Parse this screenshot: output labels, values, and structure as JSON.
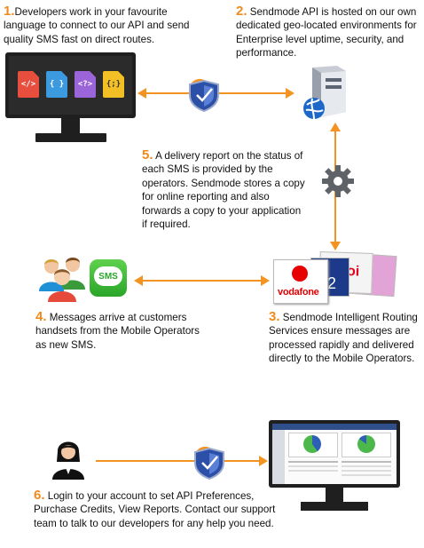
{
  "steps": {
    "s1": {
      "num": "1.",
      "text": "Developers work in your favourite language to connect to our API and send quality SMS fast on direct routes."
    },
    "s2": {
      "num": "2.",
      "text": "Sendmode API is hosted on our own dedicated geo-located environments for Enterprise level uptime, security, and performance."
    },
    "s3": {
      "num": "3.",
      "text": "Sendmode Intelligent Routing Services ensure messages are processed rapidly and delivered directly to the Mobile Operators."
    },
    "s4": {
      "num": "4.",
      "text": "Messages arrive at customers handsets from the Mobile Operators as new SMS."
    },
    "s5": {
      "num": "5.",
      "text": "A delivery report on the status of each SMS is provided by the operators. Sendmode stores a copy for online reporting and also forwards a copy to your application if required."
    },
    "s6": {
      "num": "6.",
      "text": "Login to your account to set API Preferences, Purchase Credits, View Reports. Contact our support team to talk to our developers for any help you need."
    }
  },
  "code_icons": [
    "</>",
    "{ }",
    "<?>",
    "{;}"
  ],
  "sms_label": "SMS",
  "operator_label": "vodafone",
  "colors": {
    "accent": "#f39422",
    "number": "#f08a1c",
    "monitor": "#1f1f1f"
  },
  "icons": [
    "code-monitor-icon",
    "shield-icon",
    "server-icon",
    "gear-icon",
    "people-icon",
    "sms-icon",
    "sim-cards-icon",
    "support-agent-icon",
    "dashboard-monitor-icon"
  ]
}
